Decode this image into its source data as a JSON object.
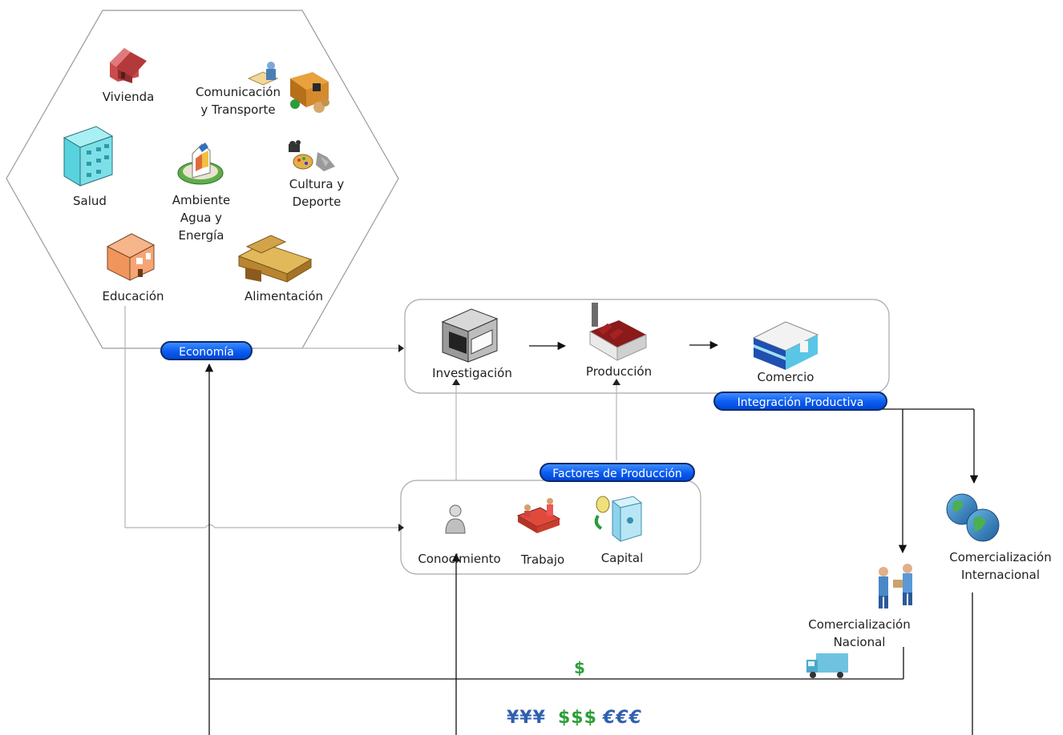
{
  "hexagon": {
    "items": [
      {
        "key": "vivienda",
        "label": "Vivienda",
        "icon": "house-icon"
      },
      {
        "key": "comunicacion",
        "label": "Comunicación\ny Transporte",
        "icon": "courier-icon"
      },
      {
        "key": "salud",
        "label": "Salud",
        "icon": "building-icon"
      },
      {
        "key": "ambiente",
        "label": "Ambiente\nAgua y\nEnergía",
        "icon": "landscape-icon"
      },
      {
        "key": "cultura",
        "label": "Cultura y\nDeporte",
        "icon": "arts-icon"
      },
      {
        "key": "educacion",
        "label": "Educación",
        "icon": "school-icon"
      },
      {
        "key": "alimentacion",
        "label": "Alimentación",
        "icon": "food-icon"
      }
    ]
  },
  "badges": {
    "economia": "Economía",
    "integracion": "Integración Productiva",
    "factores": "Factores de Producción"
  },
  "chain": {
    "investigacion": "Investigación",
    "produccion": "Producción",
    "comercio": "Comercio"
  },
  "factors": {
    "conocimiento": "Conocimiento",
    "trabajo": "Trabajo",
    "capital": "Capital"
  },
  "markets": {
    "internacional": "Comercialización\nInternacional",
    "nacional": "Comercialización\nNacional"
  },
  "currency": {
    "dollar": "$",
    "yen": "¥¥¥",
    "dollars": "$$$",
    "euro": "€€€"
  },
  "colors": {
    "badge": "#0a5cf0",
    "dollar_green": "#2e9e3a",
    "currency_blue": "#2f5fb0",
    "truck": "#6fc3e0"
  }
}
